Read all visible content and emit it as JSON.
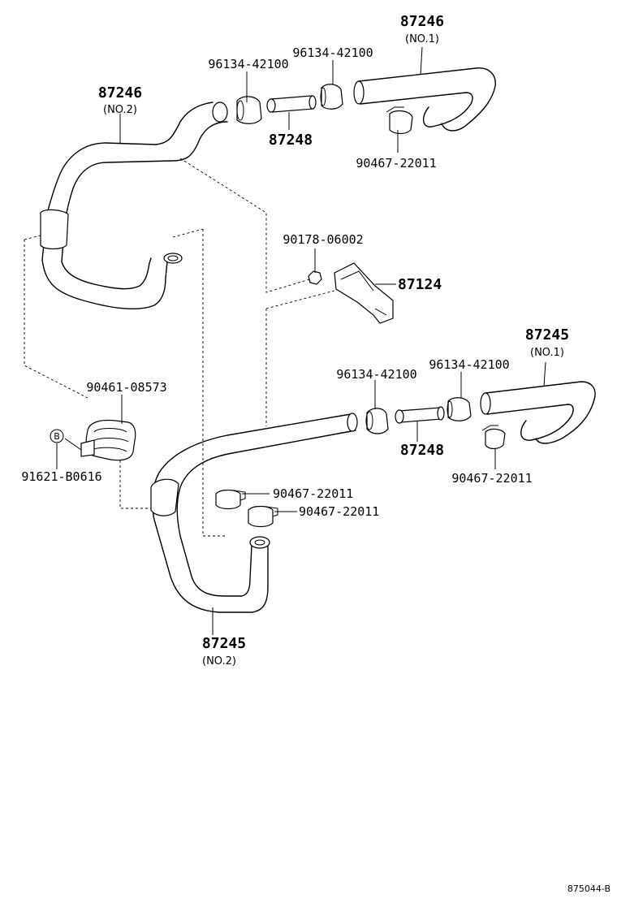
{
  "labels": {
    "hose_upper_no1": "87246",
    "hose_upper_no1_sub": "(NO.1)",
    "hose_upper_no2": "87246",
    "hose_upper_no2_sub": "(NO.2)",
    "clamp_upper_a": "96134-42100",
    "clamp_upper_b": "96134-42100",
    "pipe_upper": "87248",
    "clip_upper": "90467-22011",
    "nut": "90178-06002",
    "bracket": "87124",
    "hose_lower_no1": "87245",
    "hose_lower_no1_sub": "(NO.1)",
    "clamp_lower_a": "96134-42100",
    "clamp_lower_b": "96134-42100",
    "pipe_lower": "87248",
    "clip_lower_right": "90467-22011",
    "clamp_holder": "90461-08573",
    "bolt_marker": "B",
    "bolt": "91621-B0616",
    "clip_lower_a": "90467-22011",
    "clip_lower_b": "90467-22011",
    "hose_lower_no2": "87245",
    "hose_lower_no2_sub": "(NO.2)",
    "figure_code": "875044-B"
  }
}
